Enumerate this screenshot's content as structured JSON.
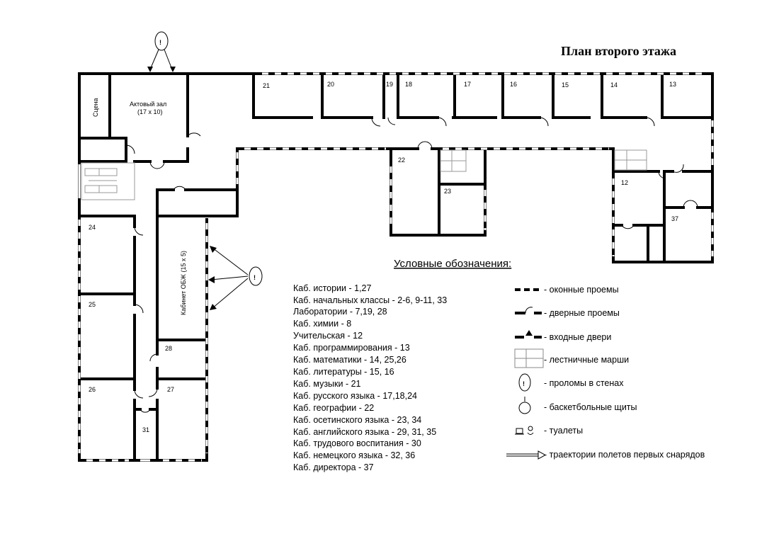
{
  "title": "План второго этажа",
  "rooms": {
    "stage": "Сцена",
    "hall": "Актовый зал",
    "hall_size": "(17 x 10)",
    "obzh": "Кабинет ОБЖ (15 x 5)",
    "r21": "21",
    "r20": "20",
    "r19": "19",
    "r18": "18",
    "r17": "17",
    "r16": "16",
    "r15": "15",
    "r14": "14",
    "r13": "13",
    "r22": "22",
    "r23": "23",
    "r12": "12",
    "r37": "37",
    "r24": "24",
    "r25": "25",
    "r26": "26",
    "r27": "27",
    "r28": "28",
    "r31": "31"
  },
  "breach_mark": "!",
  "legend": {
    "heading": "Условные обозначения:",
    "cabinets": [
      "Каб. истории - 1,27",
      "Каб. начальных классы - 2-6, 9-11, 33",
      "Лаборатории - 7,19, 28",
      "Каб. химии - 8",
      "Учительская - 12",
      "Каб. программирования - 13",
      "Каб. математики - 14, 25,26",
      "Каб. литературы - 15, 16",
      "Каб. музыки - 21",
      "Каб. русского языка - 17,18,24",
      "Каб. географии - 22",
      "Каб. осетинского языка - 23, 34",
      "Каб. английского языка - 29, 31, 35",
      "Каб. трудового воспитания - 30",
      "Каб. немецкого языка - 32, 36",
      "Каб. директора - 37"
    ],
    "symbols": [
      "- оконные проемы",
      "- дверные проемы",
      "- входные двери",
      "- лестничные марши",
      "- проломы в стенах",
      "- баскетбольные щиты",
      "- туалеты",
      "- траектории полетов первых снарядов"
    ]
  }
}
